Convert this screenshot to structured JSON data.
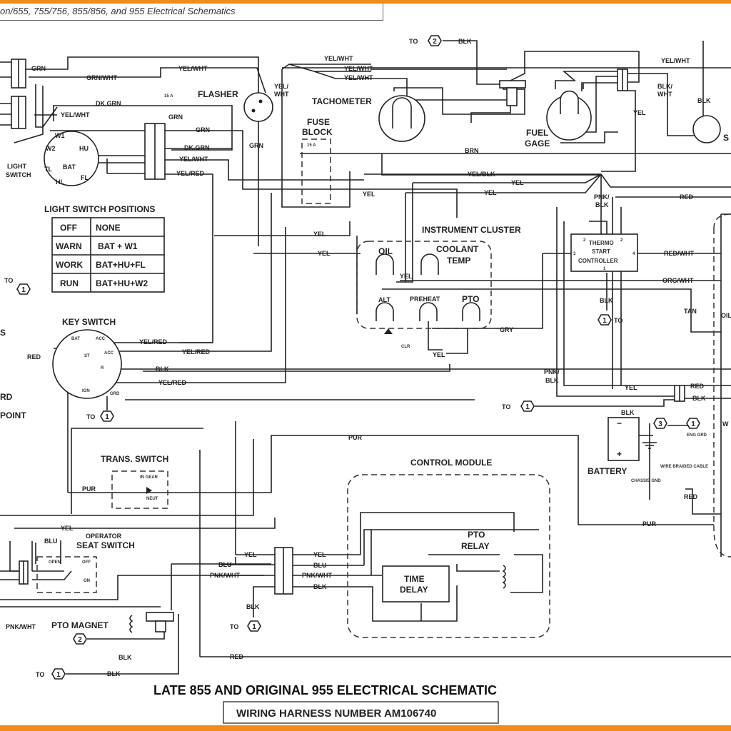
{
  "header": {
    "title": "on/655, 755/756, 855/856, and 955 Electrical Schematics"
  },
  "colors": {
    "frame": "#f08c1c",
    "ink": "#222222"
  },
  "components": {
    "flasher": "FLASHER",
    "tachometer": "TACHOMETER",
    "fuse_block_1": "FUSE",
    "fuse_block_2": "BLOCK",
    "fuel_gage_1": "FUEL",
    "fuel_gage_2": "GAGE",
    "light_switch_1": "LIGHT",
    "light_switch_2": "SWITCH",
    "instrument_cluster": "INSTRUMENT CLUSTER",
    "oil": "OIL",
    "coolant_1": "COOLANT",
    "coolant_2": "TEMP",
    "alt": "ALT",
    "preheat": "PREHEAT",
    "pto": "PTO",
    "thermo_1": "THERMO",
    "thermo_2": "START",
    "thermo_3": "CONTROLLER",
    "key_switch": "KEY SWITCH",
    "trans_switch": "TRANS. SWITCH",
    "control_module": "CONTROL MODULE",
    "pto_relay_1": "PTO",
    "pto_relay_2": "RELAY",
    "time_delay_1": "TIME",
    "time_delay_2": "DELAY",
    "seat_switch_1": "OPERATOR",
    "seat_switch_2": "SEAT SWITCH",
    "pto_magnet": "PTO MAGNET",
    "battery": "BATTERY",
    "fragment_rd": "RD",
    "fragment_point": "POINT",
    "fragment_s": "S",
    "fragment_se": "S",
    "fragment_oil": "OIL",
    "fragment_w": "W"
  },
  "light_switch_terminals": [
    "W1",
    "W2",
    "HU",
    "BAT",
    "TL",
    "HL",
    "FL"
  ],
  "key_switch_terminals": [
    "BAT",
    "ACC",
    "ACC",
    "ST",
    "R",
    "IGN",
    "GRD"
  ],
  "small_labels": {
    "fuse": "15 A",
    "trans_in_gear": "IN GEAR",
    "trans_neut": "NEUT",
    "seat_open": "OPEN",
    "seat_off": "OFF",
    "seat_on": "ON",
    "chassis_gnd": "CHASSIS GND",
    "braided_cable": "WIRE BRAIDED CABLE",
    "eng_grd": "ENG GRD",
    "thermo_pins": [
      "2",
      "2",
      "3",
      "4",
      "1"
    ],
    "battery_neg": "−",
    "battery_pos": "+"
  },
  "light_switch_positions": {
    "title": "LIGHT SWITCH POSITIONS",
    "rows": [
      {
        "position": "OFF",
        "contacts": "NONE"
      },
      {
        "position": "WARN",
        "contacts": "BAT + W1"
      },
      {
        "position": "WORK",
        "contacts": "BAT+HU+FL"
      },
      {
        "position": "RUN",
        "contacts": "BAT+HU+W2"
      }
    ]
  },
  "to_label": "TO",
  "connectors": [
    "1",
    "2",
    "3"
  ],
  "wires": [
    "GRN",
    "GRN/WHT",
    "YEL/WHT",
    "DK.GRN",
    "YEL/WHT",
    "GRN",
    "GRN",
    "DK.GRN",
    "YEL/WHT",
    "YEL/RED",
    "YEL/",
    "WHT",
    "GRN",
    "YEL/WHT",
    "YEL/WHT",
    "YEL/WHT",
    "BLK",
    "YEL/WHT",
    "BLK/",
    "WHT",
    "BLK",
    "YEL",
    "BRN",
    "YEL/BLK",
    "YEL",
    "YEL",
    "YEL",
    "PNK/",
    "BLK",
    "RED",
    "RED/WHT",
    "ORG/WHT",
    "BLK",
    "TAN",
    "GRY",
    "YEL",
    "CLR",
    "YEL",
    "YEL",
    "YEL/RED",
    "YEL/RED",
    "BLK",
    "YEL/RED",
    "RED",
    "PNK/",
    "BLK",
    "YEL",
    "RED",
    "BLK",
    "BLK",
    "PUR",
    "PUR",
    "YEL",
    "BLU",
    "PNK/WHT",
    "YEL",
    "BLU",
    "PNK/WHT",
    "YEL",
    "BLU",
    "PNK/WHT",
    "BLK",
    "BLK",
    "RED",
    "BLK",
    "BLK",
    "PUR",
    "RED",
    "YEL"
  ],
  "footer": {
    "title": "LATE 855 AND ORIGINAL 955 ELECTRICAL SCHEMATIC",
    "harness": "WIRING HARNESS NUMBER AM106740"
  }
}
